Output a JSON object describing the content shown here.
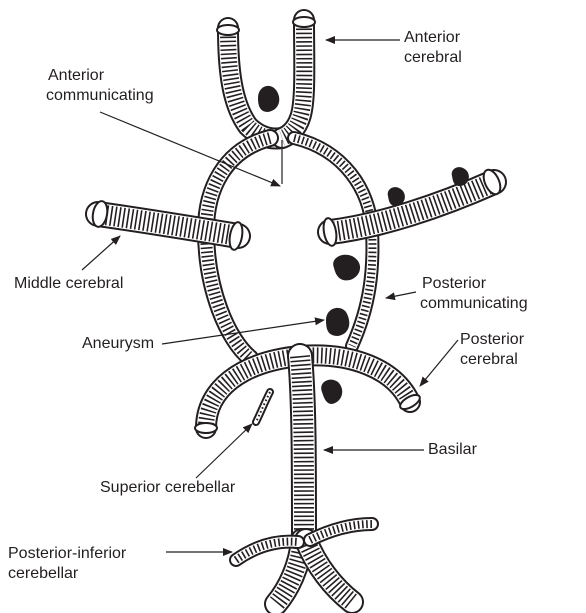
{
  "colors": {
    "ink": "#231f20",
    "background": "#ffffff"
  },
  "labels": {
    "anterior_cerebral": [
      "Anterior",
      "cerebral"
    ],
    "anterior_communicating": [
      "Anterior",
      "communicating"
    ],
    "middle_cerebral": "Middle cerebral",
    "posterior_communicating": [
      "Posterior",
      "communicating"
    ],
    "aneurysm": "Aneurysm",
    "posterior_cerebral": [
      "Posterior",
      "cerebral"
    ],
    "basilar": "Basilar",
    "superior_cerebellar": "Superior cerebellar",
    "posterior_inferior_cerebellar": [
      "Posterior-inferior",
      "cerebellar"
    ]
  }
}
